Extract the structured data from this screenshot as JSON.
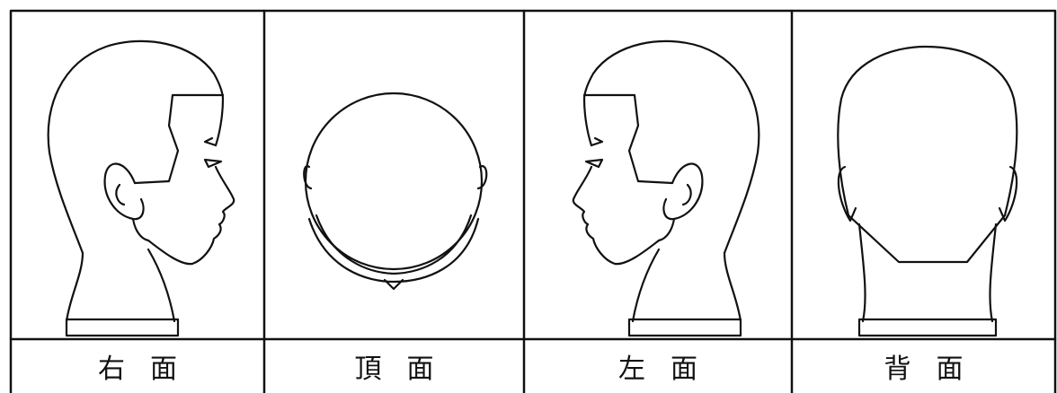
{
  "views": [
    {
      "id": "right",
      "caption": [
        "右",
        "面"
      ]
    },
    {
      "id": "top",
      "caption": [
        "頂",
        "面"
      ]
    },
    {
      "id": "left",
      "caption": [
        "左",
        "面"
      ]
    },
    {
      "id": "back",
      "caption": [
        "背",
        "面"
      ]
    }
  ],
  "colors": {
    "line": "#111111",
    "paper": "#ffffff"
  }
}
